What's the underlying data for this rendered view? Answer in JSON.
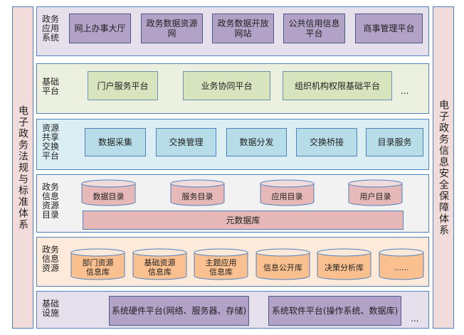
{
  "left_pillar": {
    "label": "电子政务法规与标准体系"
  },
  "right_pillar": {
    "label": "电子政务信息安全保障体系"
  },
  "layers": {
    "app": {
      "label": "政务\n应用\n系统",
      "items": [
        "网上办事大厅",
        "政务数据资源\n网",
        "政务数据开放\n网站",
        "公共信用信息\n平台",
        "商事管理平台"
      ]
    },
    "base_platform": {
      "label": "基础\n平台",
      "items": [
        "门户服务平台",
        "业务协同平台",
        "组织机构权限基础平台"
      ],
      "more": "..."
    },
    "exchange": {
      "label": "资源\n共享\n交换\n平台",
      "items": [
        "数据采集",
        "交换管理",
        "数据分发",
        "交换桥接",
        "目录服务"
      ]
    },
    "catalog": {
      "label": "政务\n信息\n资源\n目录",
      "items": [
        "数据目录",
        "服务目录",
        "应用目录",
        "用户目录"
      ],
      "metadata": "元数据库"
    },
    "resources": {
      "label": "政务\n信息\n资源",
      "items": [
        "部门资源\n信息库",
        "基础资源\n信息库",
        "主题应用\n信息库",
        "信息公开库",
        "决策分析库",
        "......"
      ]
    },
    "infra": {
      "label": "基础\n设施",
      "items": [
        "系统硬件平台(网络、服务器、存储)",
        "系统软件平台(操作系统、数据库)"
      ],
      "more": "..."
    }
  },
  "colors": {
    "border": "#4f81bd",
    "pillar_fill": "#f2dcdb",
    "app_bg": "#e6e0ec",
    "app_box": "#b3a2c7",
    "base_bg": "#ebf1de",
    "base_box": "#d7e4bd",
    "exchange_bg": "#dbeef4",
    "exchange_box": "#b7dde8",
    "catalog_bg": "#f2f2f2",
    "catalog_box": "#e6b9b8",
    "resources_bg": "#fdeada",
    "resources_box": "#fac090",
    "infra_bg": "#e6e0ec",
    "infra_box": "#b3a2c7"
  }
}
